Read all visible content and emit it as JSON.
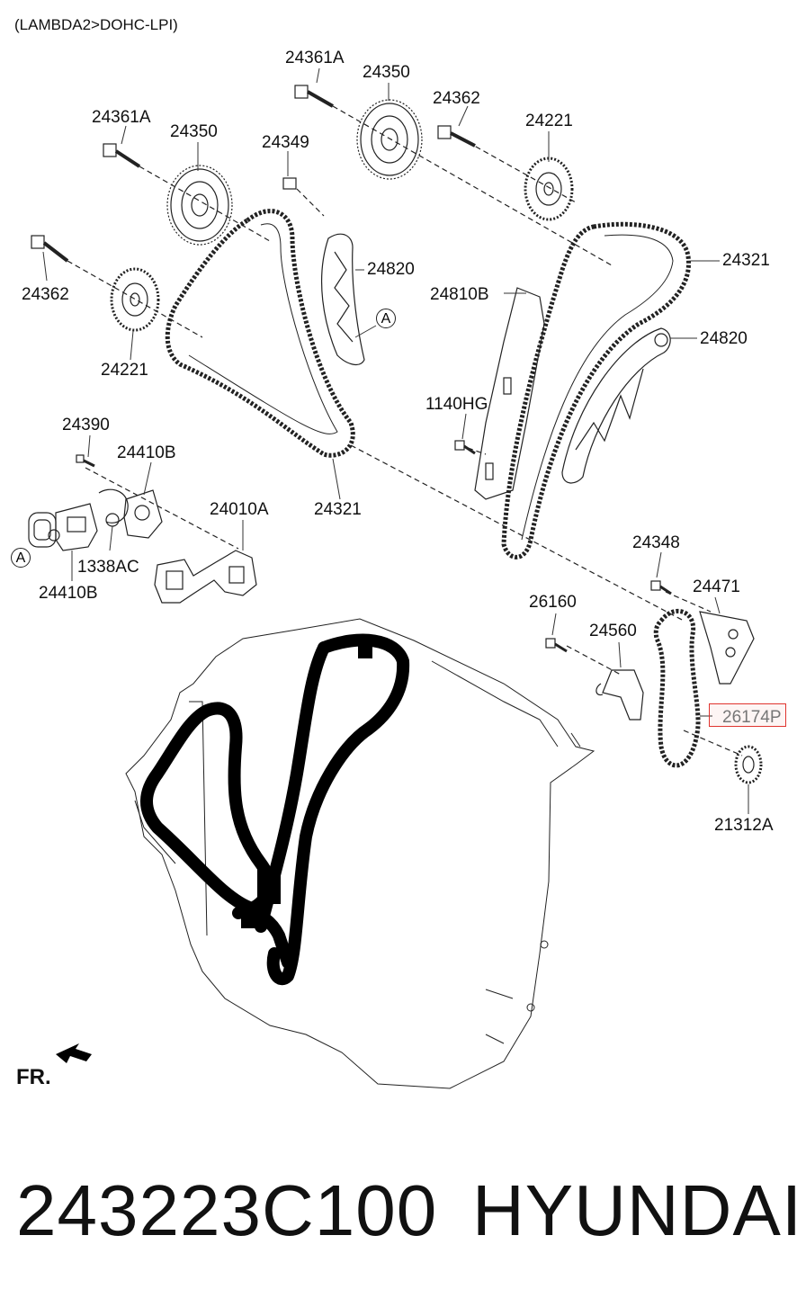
{
  "header": {
    "engine_label": "(LAMBDA2>DOHC-LPI)"
  },
  "labels": {
    "p24361A_top": "24361A",
    "p24350_top": "24350",
    "p24362_top": "24362",
    "p24221_top": "24221",
    "p24361A_left": "24361A",
    "p24350_left": "24350",
    "p24349": "24349",
    "p24362_left": "24362",
    "p24221_left": "24221",
    "p24820_left": "24820",
    "p24810B": "24810B",
    "p24321_right": "24321",
    "p24820_right": "24820",
    "p1140HG": "1140HG",
    "p24390": "24390",
    "p24410B_top": "24410B",
    "p24010A": "24010A",
    "p24321_mid": "24321",
    "p1338AC": "1338AC",
    "p24410B_bottom": "24410B",
    "p24348": "24348",
    "p24471": "24471",
    "p26160": "26160",
    "p24560": "24560",
    "p26174P": "26174P",
    "p21312A": "21312A"
  },
  "markers": {
    "ref_a_1": "A",
    "ref_a_2": "A"
  },
  "direction": {
    "front_label": "FR."
  },
  "footer": {
    "part_number": "243223C100",
    "brand": "HYUNDAI"
  },
  "colors": {
    "highlight": "#e0342f",
    "ink": "#111111"
  }
}
